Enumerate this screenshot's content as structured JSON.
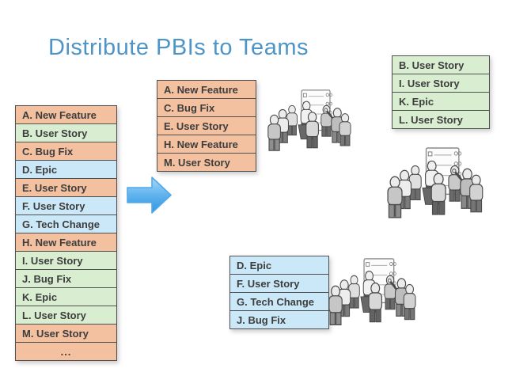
{
  "slide": {
    "title": "Distribute PBIs to Teams"
  },
  "colors": {
    "title-text": "#4d94c7",
    "salmon": "#f3c0a0",
    "green": "#d9edd1",
    "blue": "#cbe8f8",
    "row-border": "#4f4f4f",
    "row-text": "#3d3d3d",
    "arrow-light": "#a5d9f9",
    "arrow-mid": "#5fb3ee",
    "arrow-dark": "#2e96e2",
    "arrow-border": "#54a8e8"
  },
  "backlog": {
    "items": [
      {
        "label": "A. New Feature",
        "color": "salmon"
      },
      {
        "label": "B. User Story",
        "color": "green"
      },
      {
        "label": "C. Bug Fix",
        "color": "salmon"
      },
      {
        "label": "D. Epic",
        "color": "blue"
      },
      {
        "label": "E. User Story",
        "color": "salmon"
      },
      {
        "label": "F. User Story",
        "color": "blue"
      },
      {
        "label": "G. Tech Change",
        "color": "blue"
      },
      {
        "label": "H. New Feature",
        "color": "salmon"
      },
      {
        "label": "I. User Story",
        "color": "green"
      },
      {
        "label": "J. Bug Fix",
        "color": "green"
      },
      {
        "label": "K. Epic",
        "color": "green"
      },
      {
        "label": "L. User Story",
        "color": "green"
      },
      {
        "label": "M. User Story",
        "color": "salmon"
      },
      {
        "label": "...",
        "color": "salmon",
        "centered": true
      }
    ]
  },
  "teams": [
    {
      "color": "salmon",
      "items": [
        "A. New Feature",
        "C. Bug Fix",
        "E. User Story",
        "H. New Feature",
        "M. User Story"
      ]
    },
    {
      "color": "green",
      "items": [
        "B. User Story",
        "I. User Story",
        "K. Epic",
        "L. User Story"
      ]
    },
    {
      "color": "blue",
      "items": [
        "D. Epic",
        "F. User Story",
        "G. Tech Change",
        "J. Bug Fix"
      ]
    }
  ],
  "icons": {
    "flow-arrow": "right-block-arrow",
    "team-clipart": "people-group-around-checklist"
  }
}
